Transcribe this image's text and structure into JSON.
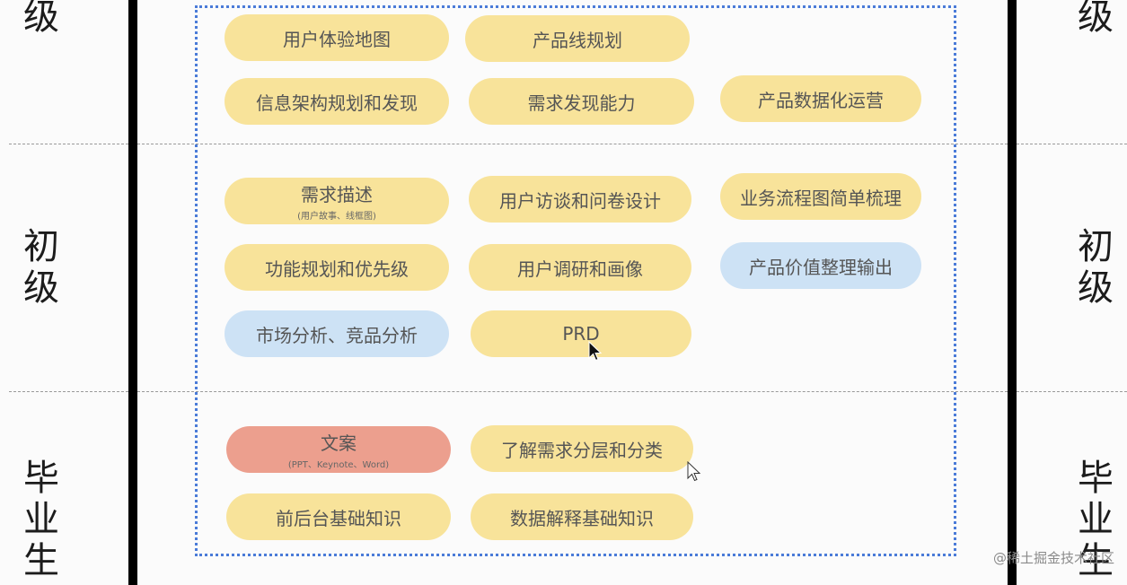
{
  "levels": {
    "top_left": "级",
    "top_right": "级",
    "junior_left": [
      "初",
      "级"
    ],
    "junior_right": [
      "初",
      "级"
    ],
    "grad_left": [
      "毕",
      "业",
      "生"
    ],
    "grad_right": [
      "毕",
      "业",
      "生"
    ]
  },
  "pills": {
    "user_journey_map": "用户体验地图",
    "product_line_planning": "产品线规划",
    "info_architecture": "信息架构规划和发现",
    "demand_discovery": "需求发现能力",
    "data_operations": "产品数据化运营",
    "demand_description": "需求描述",
    "demand_description_sub": "(用户故事、线框图)",
    "user_interview_survey": "用户访谈和问卷设计",
    "business_flowchart": "业务流程图简单梳理",
    "feature_priority": "功能规划和优先级",
    "user_research_persona": "用户调研和画像",
    "product_value_output": "产品价值整理输出",
    "market_competitor": "市场分析、竞品分析",
    "prd": "PRD",
    "copywriting": "文案",
    "copywriting_sub": "(PPT、Keynote、Word)",
    "demand_layering": "了解需求分层和分类",
    "frontend_backend": "前后台基础知识",
    "data_interpretation": "数据解释基础知识"
  },
  "colors": {
    "yellow": "#f8e39a",
    "blue": "#cde2f5",
    "red": "#ec9f8e",
    "dotted_border": "#4a7bd8"
  },
  "watermark": "@稀土掘金技术社区"
}
